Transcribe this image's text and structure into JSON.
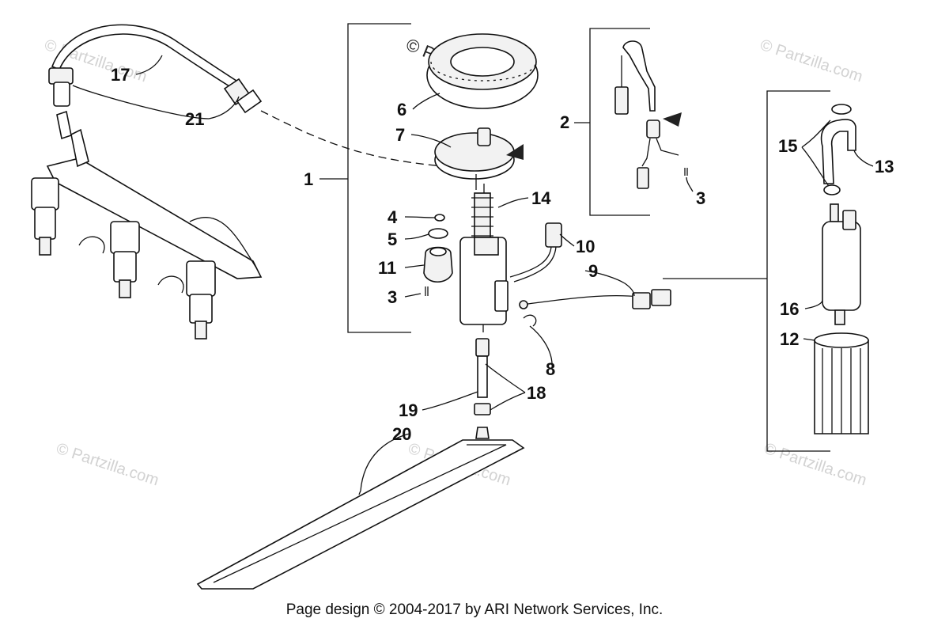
{
  "diagram": {
    "callouts": {
      "c1": "1",
      "c2": "2",
      "c3a": "3",
      "c3b": "3",
      "c4": "4",
      "c5": "5",
      "c6": "6",
      "c7": "7",
      "c8": "8",
      "c9": "9",
      "c10": "10",
      "c11": "11",
      "c12": "12",
      "c13": "13",
      "c14": "14",
      "c15": "15",
      "c16": "16",
      "c17": "17",
      "c18": "18",
      "c19": "19",
      "c20": "20",
      "c21": "21"
    },
    "watermark_text": "© Partzilla.com",
    "footer": "Page design © 2004-2017 by ARI Network Services, Inc."
  }
}
